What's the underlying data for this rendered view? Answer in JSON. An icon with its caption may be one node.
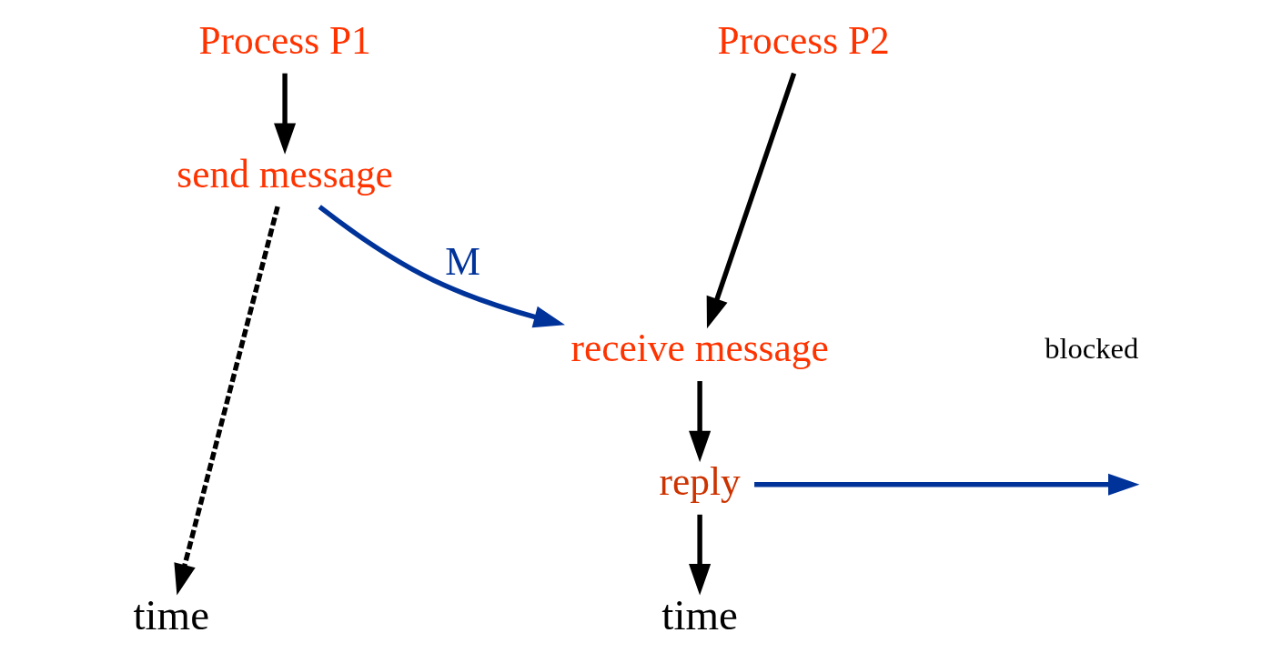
{
  "diagram": {
    "nodes": [
      {
        "text": [
          "Process P1"
        ]
      },
      {
        "text": [
          "send message"
        ]
      },
      {
        "text": [
          "time"
        ]
      },
      {
        "text": [
          "Process P2"
        ]
      },
      {
        "text": [
          "receive message"
        ]
      },
      {
        "text": [
          "reply"
        ]
      },
      {
        "text": [
          "time"
        ]
      }
    ],
    "edges": [
      {
        "from": 0,
        "to": 1,
        "arrow": "to"
      },
      {
        "from": 1,
        "to": 2,
        "arrow": "to",
        "style": "dashed"
      },
      {
        "from": 3,
        "to": 4,
        "arrow": "to"
      },
      {
        "from": 1,
        "to": 4,
        "arrow": "to",
        "label": "M",
        "color": "#003399"
      },
      {
        "from": 4,
        "to": 5,
        "arrow": "to"
      },
      {
        "from": 5,
        "to": null,
        "arrow": "to",
        "color": "#003399"
      },
      {
        "from": 5,
        "to": 6,
        "arrow": "to"
      }
    ],
    "labels": [
      "blocked"
    ]
  }
}
